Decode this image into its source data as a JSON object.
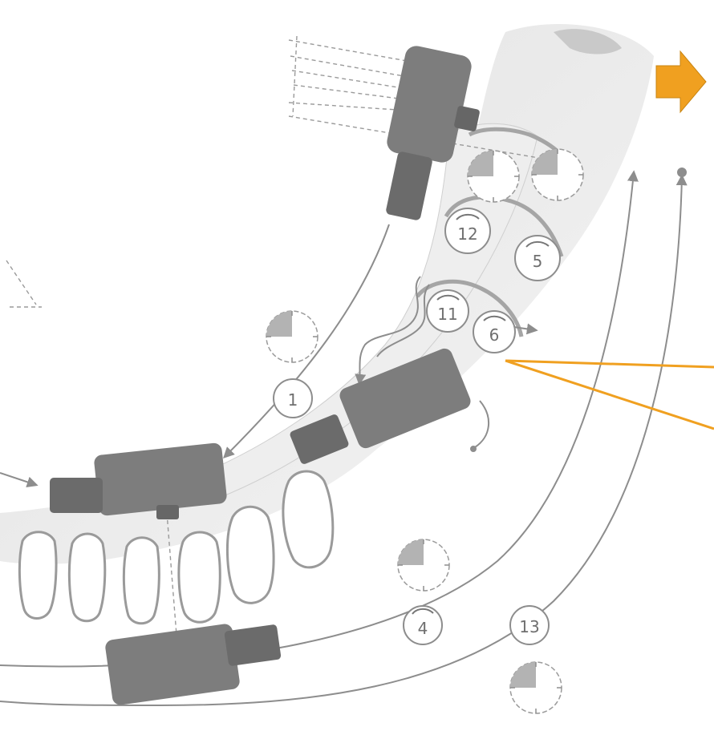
{
  "colors": {
    "accent_orange": "#f0a020",
    "pointer_line": "#f0a020",
    "device_gray": "#7d7d7d",
    "device_gray_dark": "#666666",
    "line_gray": "#8d8d8d",
    "clock_fill": "#b3b3b3",
    "bone_gray": "#d8d8d8"
  },
  "icons": {
    "next_arrow": "arrow-right-icon",
    "sequence_marker": "numbered-circle",
    "rotation_marker": "rotation-arrow-icon",
    "time_indicator": "clock-dial-icon"
  },
  "steps": [
    {
      "label": "1"
    },
    {
      "label": "4"
    },
    {
      "label": "5"
    },
    {
      "label": "6"
    },
    {
      "label": "11"
    },
    {
      "label": "12"
    },
    {
      "label": "13"
    }
  ],
  "clock_fractions": [
    0.25,
    0.25,
    0.25,
    0.25,
    0.25
  ]
}
